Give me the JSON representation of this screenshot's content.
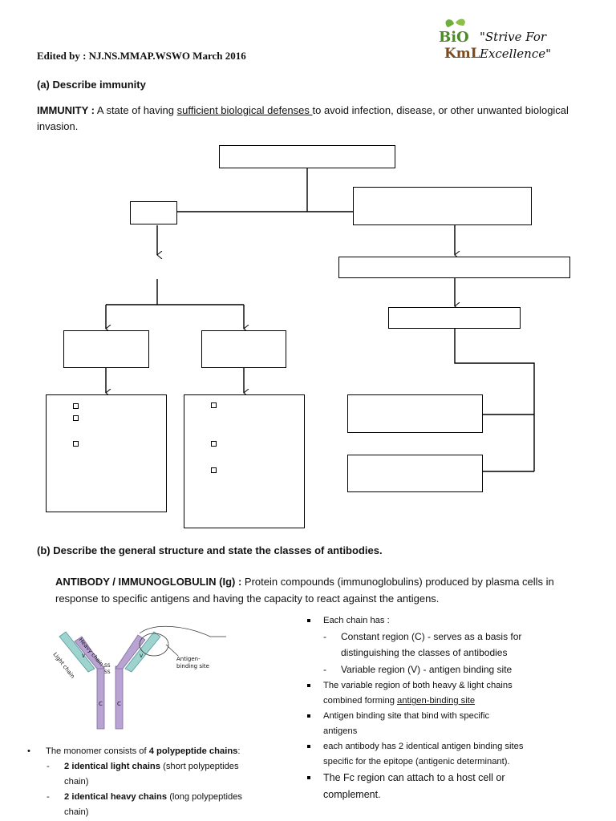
{
  "header": {
    "editor": "Edited by : NJ.NS.MMAP.WSWO March 2016",
    "logo": {
      "letters": "BIO KML",
      "slogan_line1": "\"Strive For",
      "slogan_line2": "Excellence\""
    }
  },
  "section_a": {
    "heading": "(a)  Describe immunity",
    "term": "IMMUNITY :",
    "def_before": " A state of having ",
    "def_underlined": "sufficient biological defenses ",
    "def_after": "to avoid infection, disease, or other unwanted biological invasion."
  },
  "section_b": {
    "heading": "(b)  Describe the general structure and state the classes of antibodies.",
    "term": "ANTIBODY / IMMUNOGLOBULIN (Ig)  :",
    "definition": " Protein compounds (immunoglobulins) produced by plasma cells in response to specific antigens and having the capacity to react against the antigens."
  },
  "antibody_diagram": {
    "heavy_chain": "Heavy chain",
    "light_chain": "Light chain",
    "v": "V",
    "c": "C",
    "ss": "SS",
    "antigen_binding_site": "Antigen-",
    "antigen_binding_site_2": "binding site"
  },
  "right_notes": {
    "each_chain": "Each chain has :",
    "constant": "Constant region (C) - serves as a basis for distinguishing the classes of antibodies",
    "variable": "Variable region (V) - antigen binding  site",
    "variable_region_a": "The variable region of both heavy & light chains combined forming ",
    "variable_region_b": "antigen-binding site",
    "binding_site": "Antigen binding site that bind with specific antigens",
    "each_antibody": "each antibody has 2 identical antigen binding sites specific for the epitope (antigenic determinant).",
    "fc": "The Fc region can attach to a host cell or complement."
  },
  "left_notes": {
    "monomer_a": "The monomer consists of ",
    "monomer_b": "4 polypeptide chains",
    "monomer_c": ":",
    "light_a": "2 identical light chains",
    "light_b": " (short polypeptides chain)",
    "heavy_a": "2 identical heavy chains",
    "heavy_b": " (long polypeptides chain)"
  },
  "colors": {
    "heavy": "#b9a3d3",
    "light": "#9fd3cf",
    "line": "#000000"
  }
}
